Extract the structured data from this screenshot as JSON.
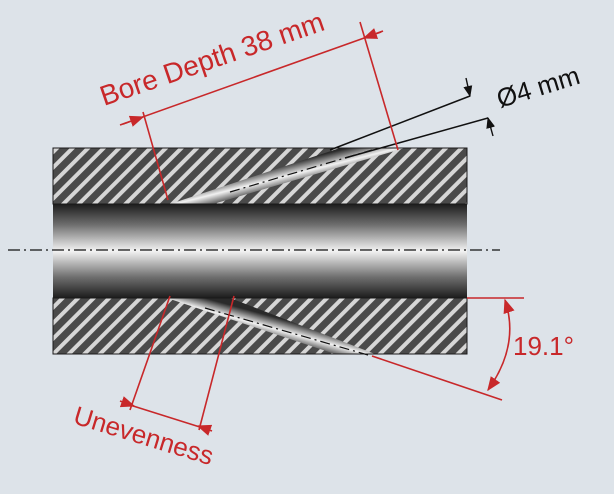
{
  "labels": {
    "bore_depth": "Bore Depth 38 mm",
    "diameter": "Ø4 mm",
    "angle": "19.1°",
    "unevenness": "Unevenness"
  },
  "colors": {
    "background": "#dde3e9",
    "annotation_red": "#c8282a",
    "hatch_fill": "#4a4a4a",
    "outline": "#1a1a1a"
  }
}
